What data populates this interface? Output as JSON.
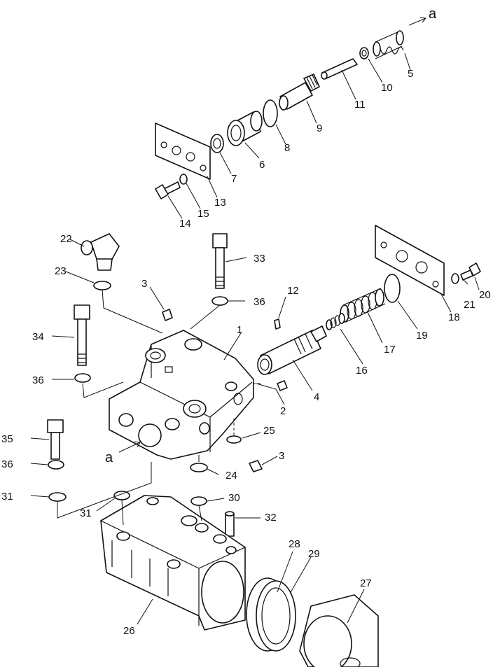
{
  "callouts": {
    "p1": "1",
    "p2": "2",
    "p3a": "3",
    "p3b": "3",
    "p4": "4",
    "p5": "5",
    "p6": "6",
    "p7": "7",
    "p8": "8",
    "p9": "9",
    "p10": "10",
    "p11": "11",
    "p12": "12",
    "p13": "13",
    "p14": "14",
    "p15": "15",
    "p16": "16",
    "p17": "17",
    "p18": "18",
    "p19": "19",
    "p20": "20",
    "p21": "21",
    "p22": "22",
    "p23": "23",
    "p24": "24",
    "p25": "25",
    "p26": "26",
    "p27": "27",
    "p28": "28",
    "p29": "29",
    "p30": "30",
    "p31a": "31",
    "p31b": "31",
    "p32": "32",
    "p33": "33",
    "p34": "34",
    "p35": "35",
    "p36a": "36",
    "p36b": "36",
    "p36c": "36"
  },
  "refs": {
    "a_top": "a",
    "a_left": "a"
  }
}
